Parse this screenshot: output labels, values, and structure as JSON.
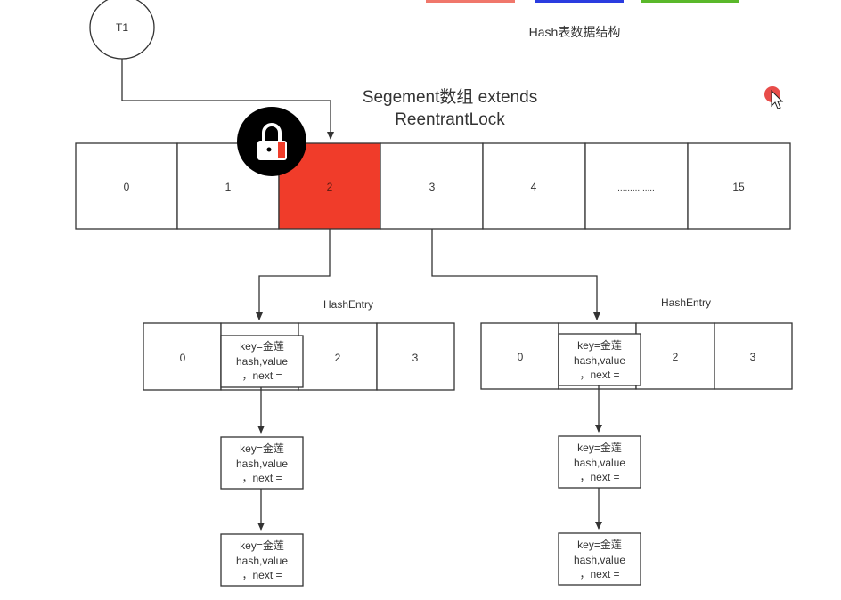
{
  "header": {
    "title": "Hash表数据结构"
  },
  "colors": {
    "legend_red": "#f0776b",
    "legend_blue": "#2a3ce0",
    "legend_green": "#5ab82a",
    "locked_segment": "#f03c2a",
    "lock_icon_bg": "#000000",
    "cursor_dot": "#e53935"
  },
  "legend": [
    {
      "color": "#f0776b"
    },
    {
      "color": "#2a3ce0"
    },
    {
      "color": "#5ab82a"
    }
  ],
  "thread": {
    "label": "T1"
  },
  "segment_array": {
    "title_line1": "Segement数组 extends",
    "title_line2": "ReentrantLock",
    "cells": [
      "0",
      "1",
      "2",
      "3",
      "4",
      "...............",
      "15"
    ],
    "locked_index": 2,
    "lock_icon": "padlock-icon"
  },
  "hash_tables": [
    {
      "label": "HashEntry",
      "cells": [
        "0",
        "",
        "2",
        "3"
      ],
      "chain": [
        {
          "line1": "key=金莲",
          "line2": "hash,value",
          "line3": "，next ="
        },
        {
          "line1": "key=金莲",
          "line2": "hash,value",
          "line3": "，next ="
        },
        {
          "line1": "key=金莲",
          "line2": "hash,value",
          "line3": "，next ="
        }
      ]
    },
    {
      "label": "HashEntry",
      "cells": [
        "0",
        "",
        "2",
        "3"
      ],
      "chain": [
        {
          "line1": "key=金莲",
          "line2": "hash,value",
          "line3": "，next ="
        },
        {
          "line1": "key=金莲",
          "line2": "hash,value",
          "line3": "，next ="
        },
        {
          "line1": "key=金莲",
          "line2": "hash,value",
          "line3": "，next ="
        }
      ]
    }
  ]
}
